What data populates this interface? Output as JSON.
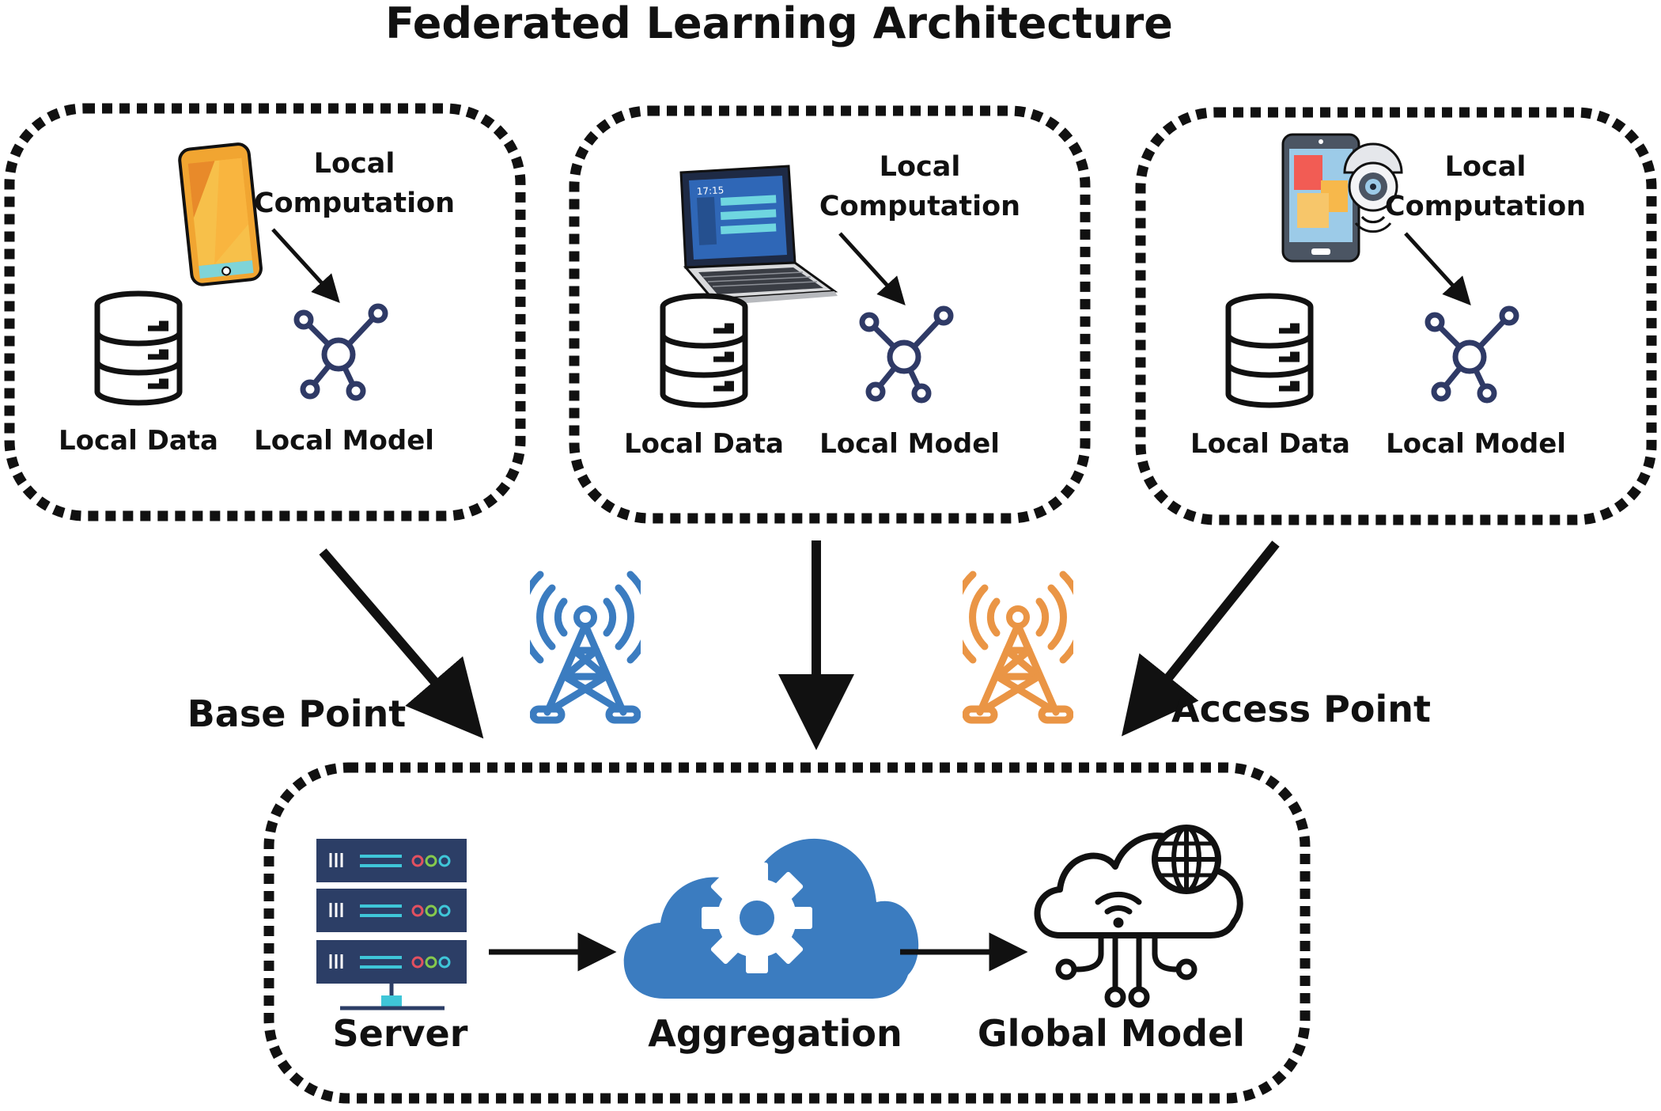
{
  "title": "Federated Learning Architecture",
  "clients": [
    {
      "device": "smartphone-icon",
      "computation_label_line1": "Local",
      "computation_label_line2": "Computation",
      "data_label": "Local Data",
      "model_label": "Local Model"
    },
    {
      "device": "laptop-icon",
      "computation_label_line1": "Local",
      "computation_label_line2": "Computation",
      "data_label": "Local Data",
      "model_label": "Local Model",
      "screen_text": "17:15"
    },
    {
      "device": "smart-home-camera-icon",
      "computation_label_line1": "Local",
      "computation_label_line2": "Computation",
      "data_label": "Local Data",
      "model_label": "Local Model"
    }
  ],
  "connectors": {
    "base_point_label": "Base Point",
    "access_point_label": "Access Point",
    "base_tower_icon": "cell-tower-icon",
    "access_tower_icon": "cell-tower-icon"
  },
  "server_side": {
    "server_label": "Server",
    "aggregation_label": "Aggregation",
    "global_model_label": "Global Model",
    "server_icon": "server-rack-icon",
    "aggregation_icon": "cloud-gear-icon",
    "global_icon": "cloud-network-globe-icon"
  },
  "colors": {
    "text": "#111111",
    "dotted_border": "#111111",
    "model_icon": "#2f3a66",
    "base_tower": "#3b7cc0",
    "access_tower": "#ea9545",
    "cloud": "#3b7cc0",
    "server_rack": "#2c3e66",
    "phone_body": "#f1a531"
  }
}
